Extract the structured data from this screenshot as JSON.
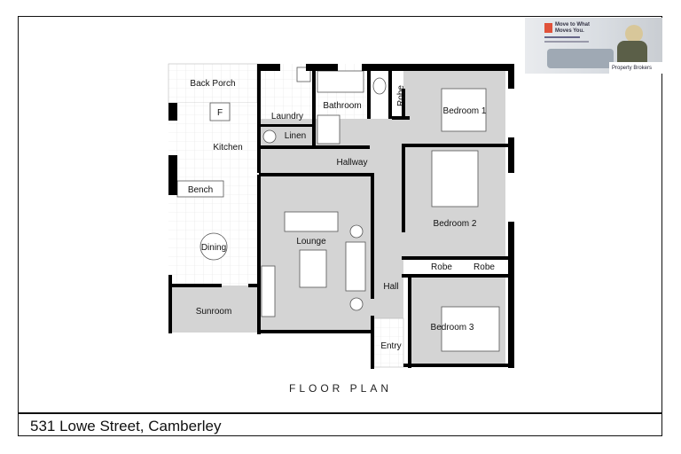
{
  "plan": {
    "title": "FLOOR PLAN",
    "address": "531 Lowe Street, Camberley",
    "rooms": {
      "back_porch": "Back Porch",
      "laundry": "Laundry",
      "bathroom": "Bathroom",
      "robe1": "Robe",
      "bedroom1": "Bedroom 1",
      "linen": "Linen",
      "kitchen": "Kitchen",
      "fridge": "F",
      "hallway": "Hallway",
      "bench": "Bench",
      "lounge": "Lounge",
      "bedroom2": "Bedroom 2",
      "dining": "Dining",
      "robe2": "Robe",
      "robe3": "Robe",
      "hall": "Hall",
      "sunroom": "Sunroom",
      "bedroom3": "Bedroom 3",
      "entry": "Entry"
    }
  },
  "advert": {
    "tagline": "Move to What Moves You.",
    "brand": "Property Brokers"
  },
  "colors": {
    "room_fill": "#d4d4d4",
    "wall": "#000000",
    "brand_red": "#e0523a"
  }
}
